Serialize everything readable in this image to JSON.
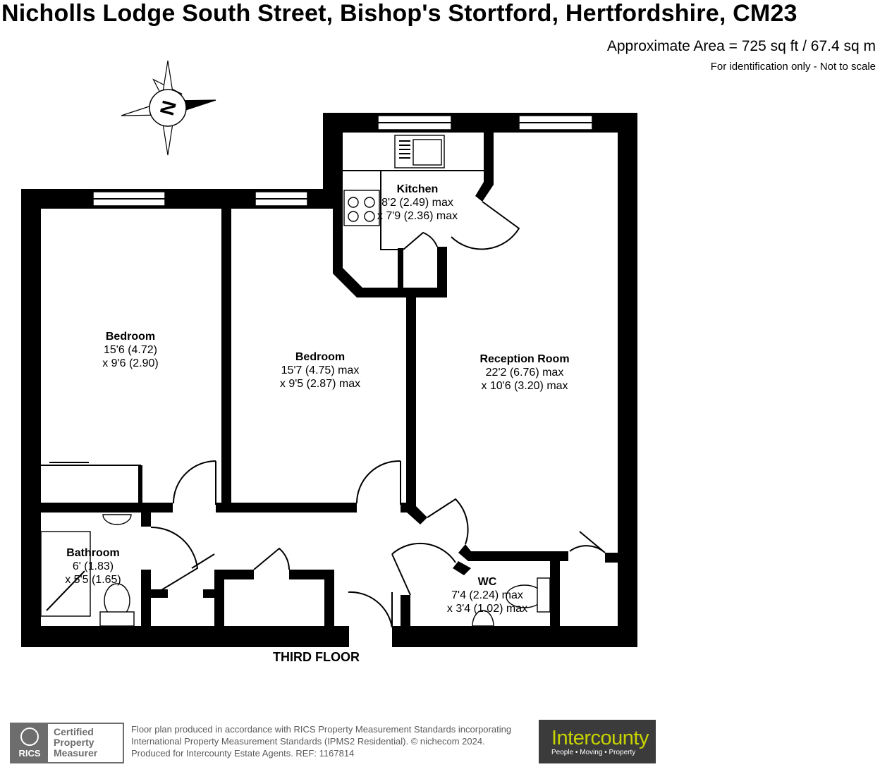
{
  "header": {
    "title": "Nicholls Lodge South Street, Bishop's Stortford, Hertfordshire, CM23",
    "area": "Approximate Area = 725 sq ft / 67.4 sq m",
    "note": "For identification only - Not to scale"
  },
  "compass": {
    "label": "N",
    "icon": "compass-icon"
  },
  "rooms": [
    {
      "name": "Bedroom",
      "dim1": "15'6 (4.72)",
      "dim2": "x 9'6 (2.90)"
    },
    {
      "name": "Bedroom",
      "dim1": "15'7 (4.75) max",
      "dim2": "x 9'5 (2.87) max"
    },
    {
      "name": "Kitchen",
      "dim1": "8'2 (2.49) max",
      "dim2": "x 7'9 (2.36) max"
    },
    {
      "name": "Reception Room",
      "dim1": "22'2 (6.76) max",
      "dim2": "x 10'6 (3.20) max"
    },
    {
      "name": "Bathroom",
      "dim1": "6' (1.83)",
      "dim2": "x 5'5 (1.65)"
    },
    {
      "name": "WC",
      "dim1": "7'4 (2.24) max",
      "dim2": "x 3'4 (1.02) max"
    }
  ],
  "floor_label": "THIRD FLOOR",
  "rics": {
    "logo_text": "RICS",
    "cert_line1": "Certified",
    "cert_line2": "Property",
    "cert_line3": "Measurer"
  },
  "footer": {
    "line1": "Floor plan produced in accordance with RICS Property Measurement Standards incorporating",
    "line2": "International Property Measurement Standards (IPMS2 Residential).   © nichecom 2024.",
    "line3": "Produced for Intercounty Estate Agents.   REF:  1167814"
  },
  "agent": {
    "brand": "Intercounty",
    "tagline": "People • Moving • Property",
    "brand_color": "#c8d400",
    "background": "#3b3b3b"
  }
}
